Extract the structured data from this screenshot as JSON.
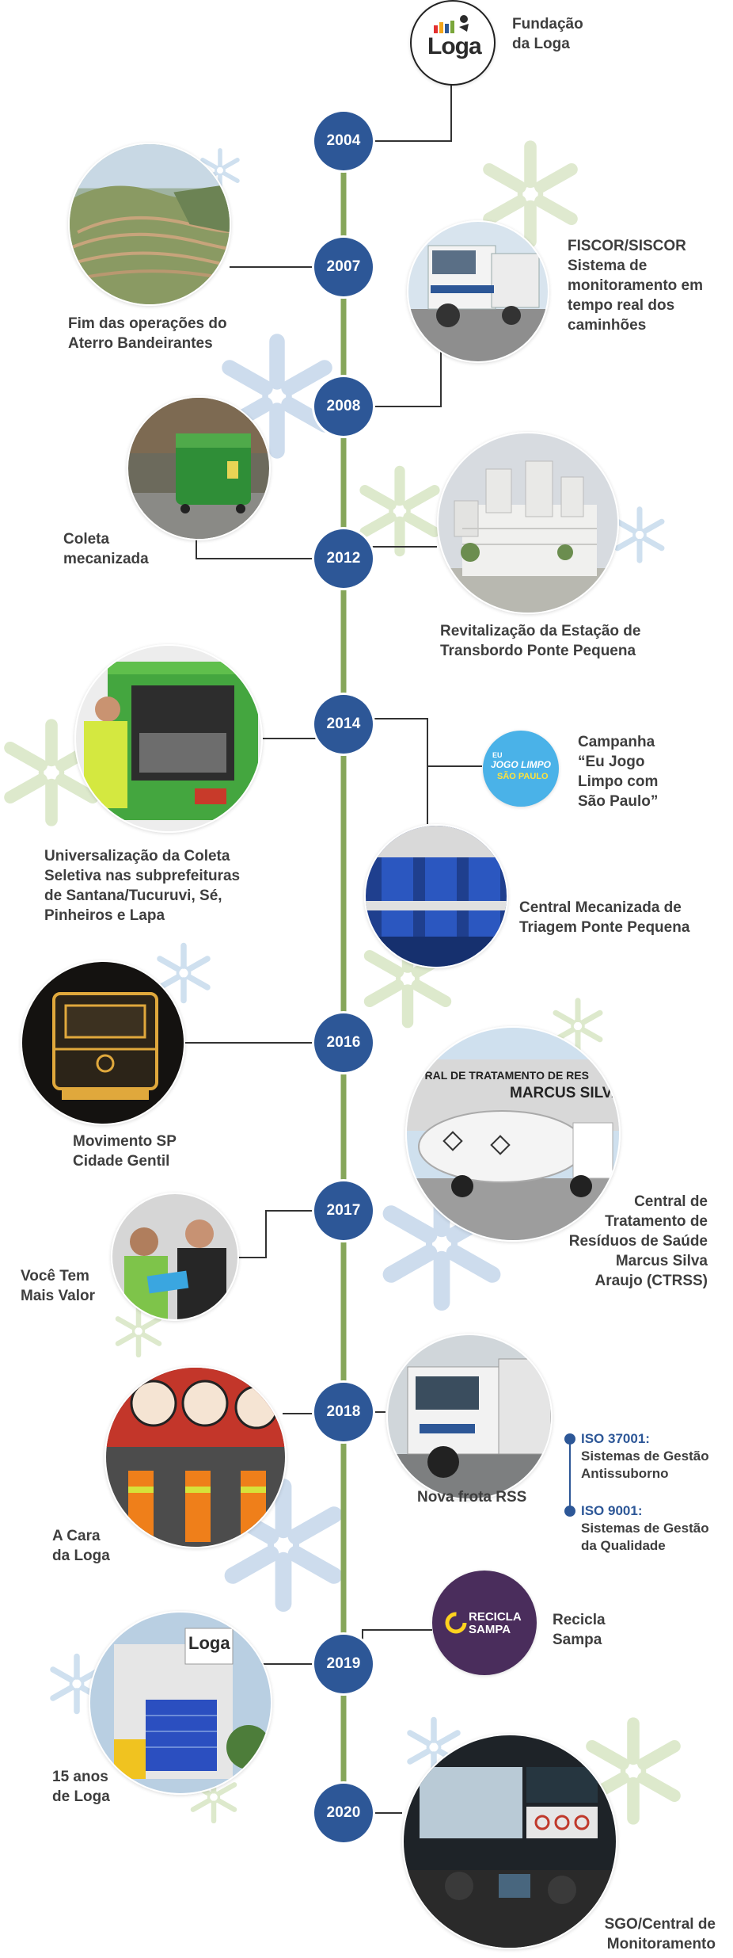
{
  "brand": {
    "logo_word": "Loga"
  },
  "years": [
    "2004",
    "2007",
    "2008",
    "2012",
    "2014",
    "2016",
    "2017",
    "2018",
    "2019",
    "2020"
  ],
  "milestones": {
    "fundacao": "Fundação\nda Loga",
    "aterro": "Fim das operações do\nAterro Bandeirantes",
    "fiscor": "FISCOR/SISCOR\nSistema de\nmonitoramento em\ntempo real dos\ncaminhões",
    "coleta": "Coleta\nmecanizada",
    "revitalizacao": "Revitalização da Estação de\nTransbordo Ponte Pequena",
    "campanha": "Campanha\n“Eu Jogo\nLimpo com\nSão Paulo”",
    "universalizacao": "Universalização da Coleta\nSeletiva nas subprefeituras\nde Santana/Tucuruvi, Sé,\nPinheiros e Lapa",
    "central_triagem": "Central Mecanizada de\nTriagem Ponte Pequena",
    "movimento": "Movimento SP\nCidade Gentil",
    "ctrss": "Central de\nTratamento de\nResíduos de Saúde\nMarcus Silva\nAraujo (CTRSS)",
    "voce": "Você Tem\nMais Valor",
    "nova_frota": "Nova frota RSS",
    "cara": "A Cara\nda Loga",
    "recicla": "Recicla\nSampa",
    "quinze": "15 anos\nde Loga",
    "sgo": "SGO/Central de\nMonitoramento"
  },
  "iso": [
    {
      "title": "ISO 37001:",
      "desc": "Sistemas de Gestão\nAntissuborno"
    },
    {
      "title": "ISO 9001:",
      "desc": "Sistemas de Gestão\nda Qualidade"
    }
  ],
  "badges": {
    "jogo_limpo": [
      "EU",
      "JOGO LIMPO",
      "SÃO PAULO"
    ],
    "recicla_sampa": [
      "RECICLA",
      "SAMPA"
    ],
    "ctrss_sign": [
      "TRAL DE TRATAMENTO DE RES",
      "MARCUS SILVA"
    ]
  },
  "colors": {
    "timeline": "#86a65a",
    "year_circle": "#2d5797",
    "connector": "#333333",
    "recicla_bg": "#4a2d5c",
    "jogo_bg": "#4ab2e8"
  }
}
